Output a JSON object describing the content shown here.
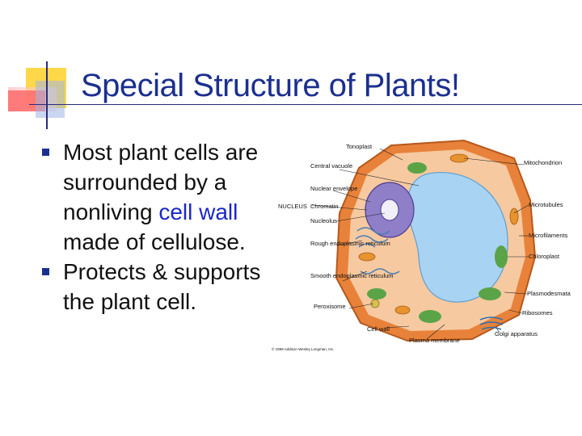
{
  "slide": {
    "title": "Special Structure of Plants!",
    "bullets": [
      {
        "before": "Most plant cells are surrounded by a nonliving ",
        "highlight": "cell wall",
        "after": " made of cellulose."
      },
      {
        "before": "Protects & supports the plant cell.",
        "highlight": "",
        "after": ""
      }
    ]
  },
  "figure": {
    "labels": {
      "tonoplast": "Tonoplast",
      "central_vacuole": "Central vacuole",
      "nuclear_envelope": "Nuclear envelope",
      "nucleus": "NUCLEUS",
      "chromatin": "Chromatin",
      "nucleolus": "Nucleolus",
      "rough_er": "Rough endoplasmic reticulum",
      "smooth_er": "Smooth endoplasmic reticulum",
      "peroxisome": "Peroxisome",
      "cell_wall": "Cell wall",
      "plasma_membrane": "Plasma membrane",
      "mitochondrion": "Mitochondrion",
      "microtubules": "Microtubules",
      "microfilaments": "Microfilaments",
      "chloroplast": "Chloroplast",
      "plasmodesmata": "Plasmodesmata",
      "ribosomes": "Ribosomes",
      "golgi": "Golgi apparatus",
      "copyright": "© 1999 Addison Wesley Longman, Inc."
    },
    "colors": {
      "cell_wall": "#e8823a",
      "cytoplasm": "#f6c9a0",
      "vacuole": "#a9d3f2",
      "nucleus": "#8f7fc9",
      "chloroplast": "#5aa447",
      "mitochondrion": "#e7932f"
    }
  }
}
